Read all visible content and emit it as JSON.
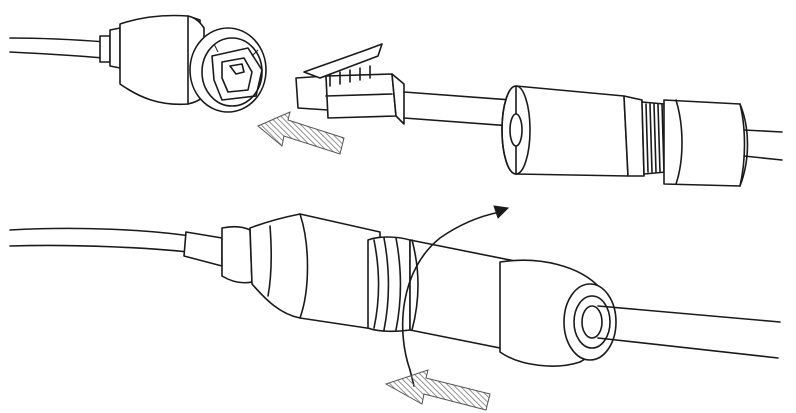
{
  "figure": {
    "steps": [
      {
        "id": "insert-plug",
        "arrow_direction": "left"
      },
      {
        "id": "twist-and-push",
        "arrow_direction": "left"
      }
    ],
    "colors": {
      "line": "#1a1a1a",
      "hatch": "#777777",
      "background": "#ffffff"
    }
  }
}
